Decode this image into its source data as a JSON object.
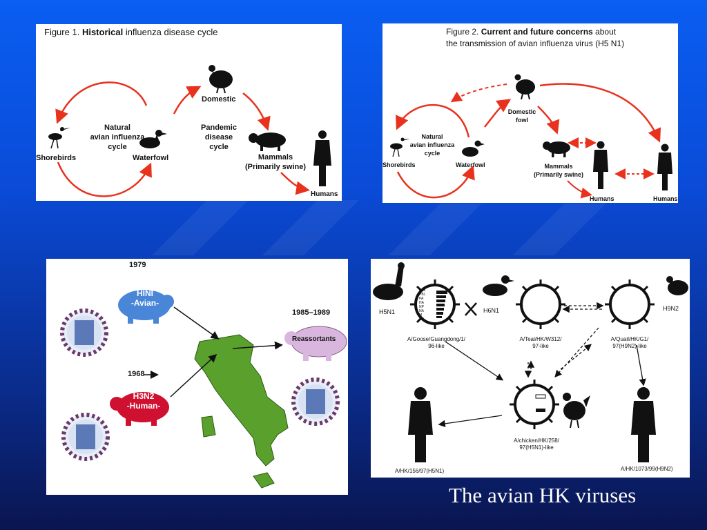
{
  "fig1": {
    "prefix": "Figure 1.",
    "title_bold": "Historical",
    "title_rest": "influenza disease cycle",
    "natural_cycle": [
      "Natural",
      "avian influenza",
      "cycle"
    ],
    "pandemic_cycle": [
      "Pandemic",
      "disease",
      "cycle"
    ],
    "shorebirds": "Shorebirds",
    "waterfowl": "Waterfowl",
    "domestic": "Domestic",
    "mammals": "Mammals",
    "mammals_sub": "(Primarily swine)",
    "humans": "Humans"
  },
  "fig2": {
    "prefix": "Figure 2.",
    "title_bold": "Current and future concerns",
    "title_rest": "about",
    "title_line2": "the transmission of avian influenza virus (H5 N1)",
    "natural_cycle": [
      "Natural",
      "avian influenza",
      "cycle"
    ],
    "shorebirds": "Shorebirds",
    "waterfowl": "Waterfowl",
    "domestic": [
      "Domestic",
      "fowl"
    ],
    "mammals": "Mammals",
    "mammals_sub": "(Primarily swine)",
    "humans_1": "Humans",
    "humans_2": "Humans"
  },
  "fig3": {
    "year_top": "1979",
    "h1n1": [
      "HINI",
      "-Avian-"
    ],
    "year_mid": "1968",
    "h3n2": [
      "H3N2",
      "-Human-"
    ],
    "year_right": "1985–1989",
    "reassortants": "Reassortants"
  },
  "fig4": {
    "h5n1": "H5N1",
    "h6n1": "H6N1",
    "h9n2": "H9N2",
    "goose": [
      "A/Goose/Guangdong/1/",
      "96-like"
    ],
    "teal": [
      "A/Teal/HK/W312/",
      "97-like"
    ],
    "quail": [
      "A/Quail/HK/G1/",
      "97(H9N2)-like"
    ],
    "chicken": [
      "A/chicken/HK/258/",
      "97(H5N1)-like"
    ],
    "human_left": "A/HK/156/97(H5N1)",
    "human_right": "A/HK/1073/99(H9N2)",
    "segments": [
      "PB2",
      "PB1",
      "PA",
      "HA",
      "NP",
      "NA",
      "M",
      "NS"
    ]
  },
  "caption": "The avian HK viruses",
  "colors": {
    "arrow_red": "#e8321e",
    "h1n1_blue": "#4a86d8",
    "h3n2_red": "#d01030",
    "reassortant_pink": "#d9b6dd",
    "italy_green": "#5aa02c"
  }
}
